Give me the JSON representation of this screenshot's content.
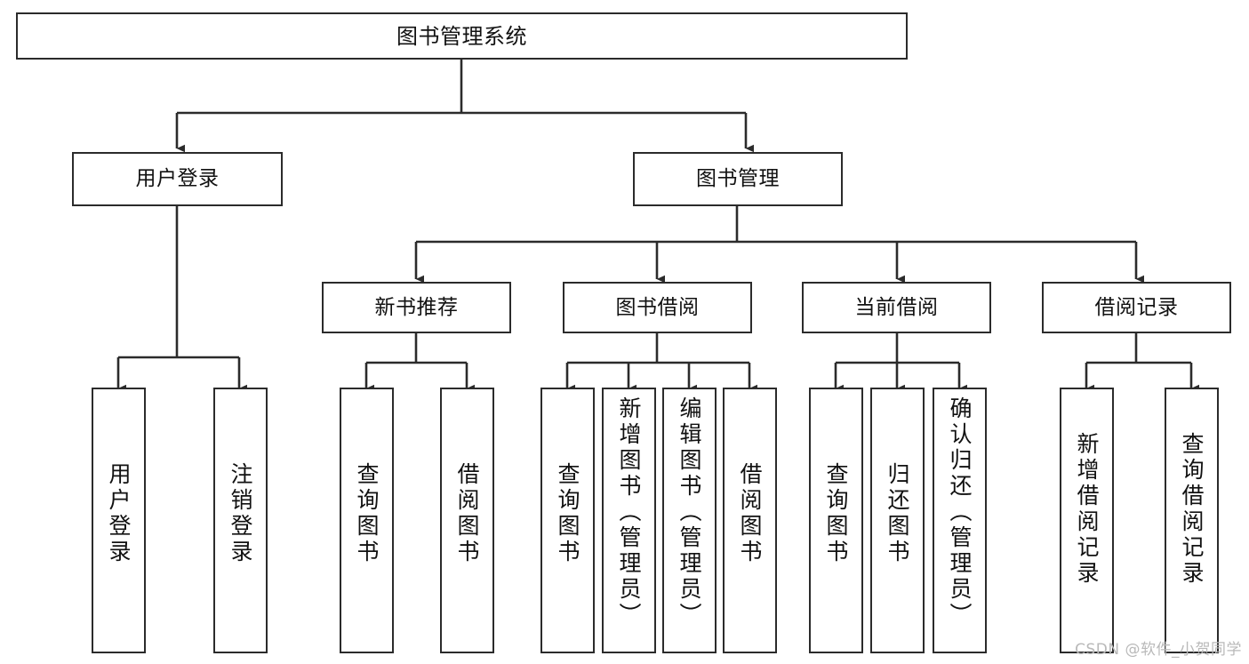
{
  "diagram": {
    "title": "图书管理系统",
    "type": "hierarchy-tree",
    "watermark": "CSDN @软件_小贺同学",
    "stroke_color": "#2b2b2b",
    "fill_color": "#ffffff",
    "text_color": "#111111",
    "watermark_color": "#b9b9b9"
  },
  "nodes": {
    "root": {
      "label": "图书管理系统"
    },
    "tier1": [
      {
        "id": "user-login",
        "label": "用户登录"
      },
      {
        "id": "book-manage",
        "label": "图书管理"
      }
    ],
    "tier2": [
      {
        "id": "new-book-recommend",
        "label": "新书推荐"
      },
      {
        "id": "book-borrow",
        "label": "图书借阅"
      },
      {
        "id": "current-borrow",
        "label": "当前借阅"
      },
      {
        "id": "borrow-record",
        "label": "借阅记录"
      }
    ],
    "leaves": {
      "user_login": [
        {
          "id": "leaf-user-login",
          "label": "用户登录"
        },
        {
          "id": "leaf-logout",
          "label": "注销登录"
        }
      ],
      "new_book_recommend": [
        {
          "id": "leaf-query-book-1",
          "label": "查询图书"
        },
        {
          "id": "leaf-borrow-book-1",
          "label": "借阅图书"
        }
      ],
      "book_borrow": [
        {
          "id": "leaf-query-book-2",
          "label": "查询图书"
        },
        {
          "id": "leaf-add-book",
          "label": "新增图书（管理员）"
        },
        {
          "id": "leaf-edit-book",
          "label": "编辑图书（管理员）"
        },
        {
          "id": "leaf-borrow-book-2",
          "label": "借阅图书"
        }
      ],
      "current_borrow": [
        {
          "id": "leaf-query-book-3",
          "label": "查询图书"
        },
        {
          "id": "leaf-return-book",
          "label": "归还图书"
        },
        {
          "id": "leaf-confirm-return",
          "label": "确认归还（管理员）"
        }
      ],
      "borrow_record": [
        {
          "id": "leaf-add-record",
          "label": "新增借阅记录"
        },
        {
          "id": "leaf-query-record",
          "label": "查询借阅记录"
        }
      ]
    }
  }
}
